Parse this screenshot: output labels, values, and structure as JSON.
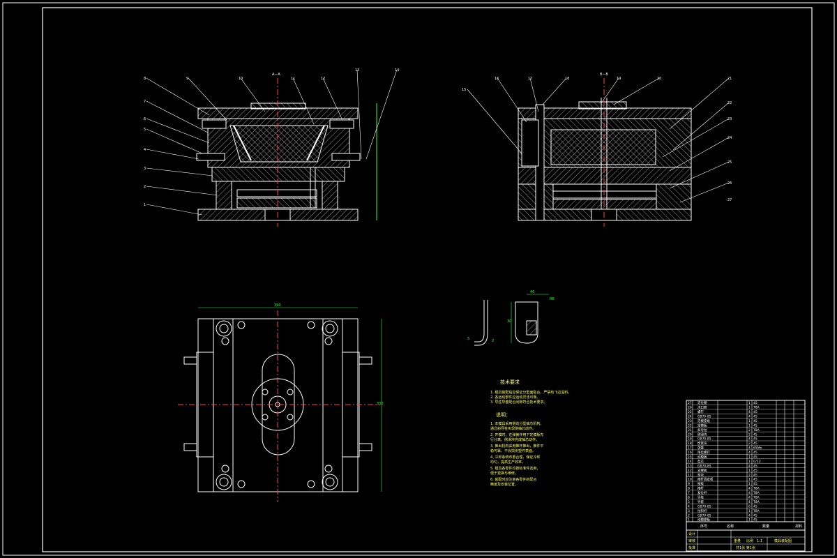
{
  "colors": {
    "background": "#000000",
    "outline": "#ffffff",
    "hatch": "#bfbfbf",
    "center_line": "#ff4444",
    "dimension": "#33ff33",
    "text": "#ffffff",
    "highlight_text": "#ffff66"
  },
  "views": {
    "section_aa_label": "A－A",
    "section_bb_label": "B－B",
    "plan_width_dim": "390",
    "plan_height_dim": "330"
  },
  "callouts": {
    "left": [
      "1",
      "2",
      "3",
      "4",
      "5",
      "6",
      "7",
      "8",
      "9",
      "10",
      "11",
      "12",
      "13",
      "14"
    ],
    "right": [
      "15",
      "16",
      "17",
      "18",
      "19",
      "20",
      "21",
      "22",
      "23",
      "24",
      "25",
      "26",
      "27"
    ]
  },
  "part_detail": {
    "dims": [
      "40",
      "R8",
      "30",
      "5",
      "2"
    ]
  },
  "notes": {
    "tech_title": "技术要求",
    "tech_items": [
      "1. 模具装配后应保证分型面贴合，严禁有飞边溢料。",
      "2. 各运动部件应运动灵活可靠。",
      "3. 导柱导套配合间隙符合技术要求。"
    ],
    "desc_title": "说明：",
    "desc_items": [
      "1. 本模具采用侧向分型抽芯机构，",
      "通过斜导柱实现侧抽芯动作。",
      "2. 开模时，在弹簧作用下定模板先",
      "行分离，侧滑块完成抽芯动作。",
      "3. 推出机构采用推杆推出，推件平",
      "稳可靠，不会损伤塑件表面。",
      "4. 冷却系统布置合理，保证冷却",
      "均匀，提高生产效率。",
      "5. 模具各零件均按标准件选用，",
      "便于更换与维修。",
      "6. 装配时应注意各零件的配合",
      "精度及安装位置。"
    ]
  },
  "bom": {
    "rows": [
      [
        "27",
        "定位圈",
        "1",
        "45"
      ],
      [
        "26",
        "浇口套",
        "1",
        "T8A"
      ],
      [
        "25",
        "螺钉",
        "4",
        "45"
      ],
      [
        "24",
        "GB70-85",
        "4",
        "45"
      ],
      [
        "23",
        "定模座板",
        "1",
        "45"
      ],
      [
        "22",
        "定模板",
        "1",
        "45"
      ],
      [
        "21",
        "斜导柱",
        "2",
        "T8A"
      ],
      [
        "20",
        "侧滑块",
        "2",
        "45"
      ],
      [
        "19",
        "GB70-85",
        "4",
        "45"
      ],
      [
        "18",
        "楔紧块",
        "2",
        "45"
      ],
      [
        "17",
        "弹簧",
        "4",
        "65Mn"
      ],
      [
        "16",
        "限位螺钉",
        "4",
        "45"
      ],
      [
        "15",
        "动模板",
        "1",
        "45"
      ],
      [
        "14",
        "型芯",
        "1",
        "Cr12"
      ],
      [
        "13",
        "GB70-85",
        "4",
        "45"
      ],
      [
        "12",
        "支撑板",
        "1",
        "45"
      ],
      [
        "11",
        "垫块",
        "2",
        "45"
      ],
      [
        "10",
        "推杆固定板",
        "1",
        "45"
      ],
      [
        "9",
        "推板",
        "1",
        "45"
      ],
      [
        "8",
        "推杆",
        "4",
        "T8A"
      ],
      [
        "7",
        "复位杆",
        "4",
        "T8A"
      ],
      [
        "6",
        "导柱",
        "4",
        "T8A"
      ],
      [
        "5",
        "导套",
        "4",
        "T8A"
      ],
      [
        "4",
        "GB70-85",
        "6",
        "45"
      ],
      [
        "3",
        "拉料杆",
        "1",
        "T8A"
      ],
      [
        "2",
        "GB70-85",
        "4",
        "45"
      ],
      [
        "1",
        "动模座板",
        "1",
        "45"
      ]
    ],
    "headers": [
      "序号",
      "名称",
      "数量",
      "材料"
    ],
    "title_block": {
      "design": "设计",
      "check": "审核",
      "approve": "批准",
      "scale": "1:1",
      "drawing_name": "模具装配图",
      "sheet": "共1张 第1张",
      "weight": "重量",
      "ratio": "比例"
    }
  }
}
